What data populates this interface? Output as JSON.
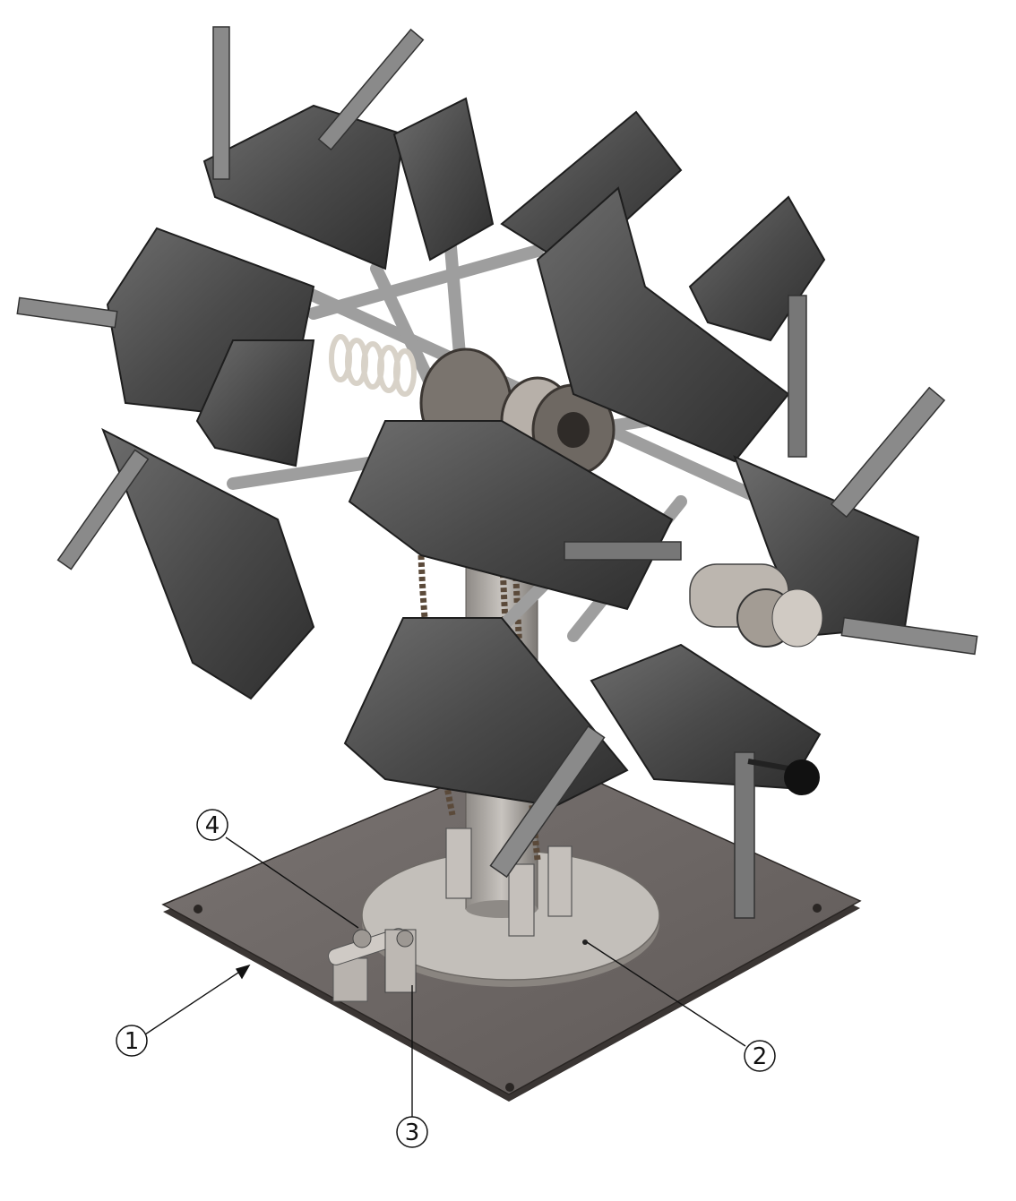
{
  "diagram": {
    "callouts": [
      {
        "id": "1",
        "label": "1"
      },
      {
        "id": "2",
        "label": "2"
      },
      {
        "id": "3",
        "label": "3"
      },
      {
        "id": "4",
        "label": "4"
      }
    ]
  },
  "colors": {
    "plate": "#6e6866",
    "plate_edge": "#3a3533",
    "disc": "#bdb9b4",
    "seat": "#4b4b4b",
    "seat_light": "#6a6a6a",
    "frame": "#9a9a9a",
    "hub": "#a09890"
  }
}
